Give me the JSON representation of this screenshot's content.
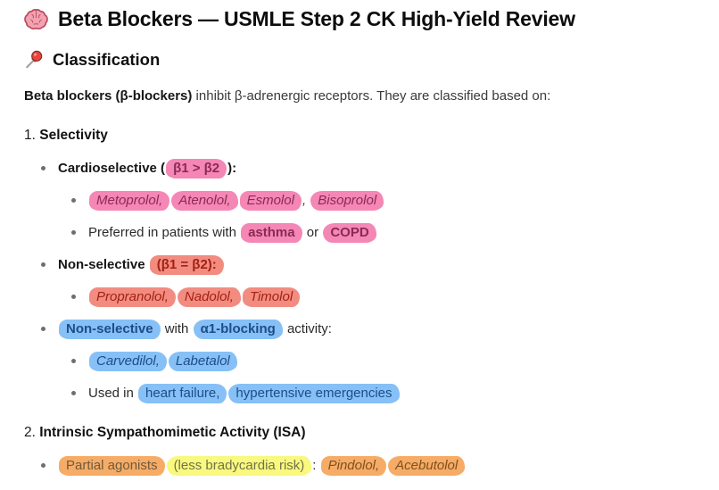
{
  "header": {
    "icon": "brain-icon",
    "title": "Beta Blockers — USMLE Step 2 CK High-Yield Review"
  },
  "classification": {
    "icon": "pushpin-icon",
    "title": "Classification"
  },
  "intro": {
    "lead": "Beta blockers (β-blockers)",
    "rest": " inhibit β-adrenergic receptors. They are classified based on:"
  },
  "selectivity": {
    "number": "1.",
    "title": "Selectivity",
    "cardioselective": {
      "label": "Cardioselective (",
      "highlight": "β1 > β2",
      "tail": "):"
    },
    "cardio_drugs": {
      "d1": "Metoprolol,",
      "d2": "Atenolol,",
      "d3": "Esmolol",
      "sep": ", ",
      "d4": "Bisoprolol"
    },
    "preferred": {
      "t1": "Preferred in patients with ",
      "h1": "asthma",
      "t2": " or ",
      "h2": "COPD"
    },
    "nonselective": {
      "label": "Non-selective ",
      "highlight": "(β1 = β2):"
    },
    "nonselective_drugs": {
      "d1": "Propranolol,",
      "d2": "Nadolol,",
      "d3": "Timolol"
    },
    "alpha_blocking": {
      "h1": "Non-selective",
      "t1": " with ",
      "h2": "α1-blocking",
      "t2": " activity:"
    },
    "alpha_drugs": {
      "d1": "Carvedilol,",
      "d2": "Labetalol"
    },
    "alpha_uses": {
      "t1": "Used in ",
      "h1": "heart failure,",
      "h2": "hypertensive emergencies"
    }
  },
  "isa": {
    "number": "2.",
    "title": "Intrinsic Sympathomimetic Activity (ISA)",
    "partial_agonists": {
      "h_orange": "Partial agonists",
      "h_yellow": "(less bradycardia risk)",
      "tail": ": ",
      "d1": "Pindolol,",
      "d2": "Acebutolol"
    }
  },
  "colors": {
    "highlight_pink": "#f487b5",
    "highlight_red": "#f28c80",
    "highlight_blue": "#86c0f6",
    "highlight_orange": "#f6ac66",
    "highlight_yellow": "#f9f87f",
    "text_pink": "#8c2a55",
    "text_red": "#a32113",
    "text_blue": "#1c4e87",
    "text_orange": "#7e511f",
    "text_olive": "#73724b"
  }
}
